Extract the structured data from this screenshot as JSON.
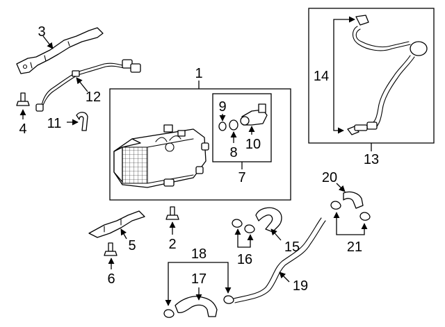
{
  "diagram": {
    "callouts": {
      "c1": "1",
      "c2": "2",
      "c3": "3",
      "c4": "4",
      "c5": "5",
      "c6": "6",
      "c7": "7",
      "c8": "8",
      "c9": "9",
      "c10": "10",
      "c11": "11",
      "c12": "12",
      "c13": "13",
      "c14": "14",
      "c15": "15",
      "c16": "16",
      "c17": "17",
      "c18": "18",
      "c19": "19",
      "c20": "20",
      "c21": "21"
    },
    "colors": {
      "ink": "#000000",
      "background": "#ffffff"
    }
  }
}
